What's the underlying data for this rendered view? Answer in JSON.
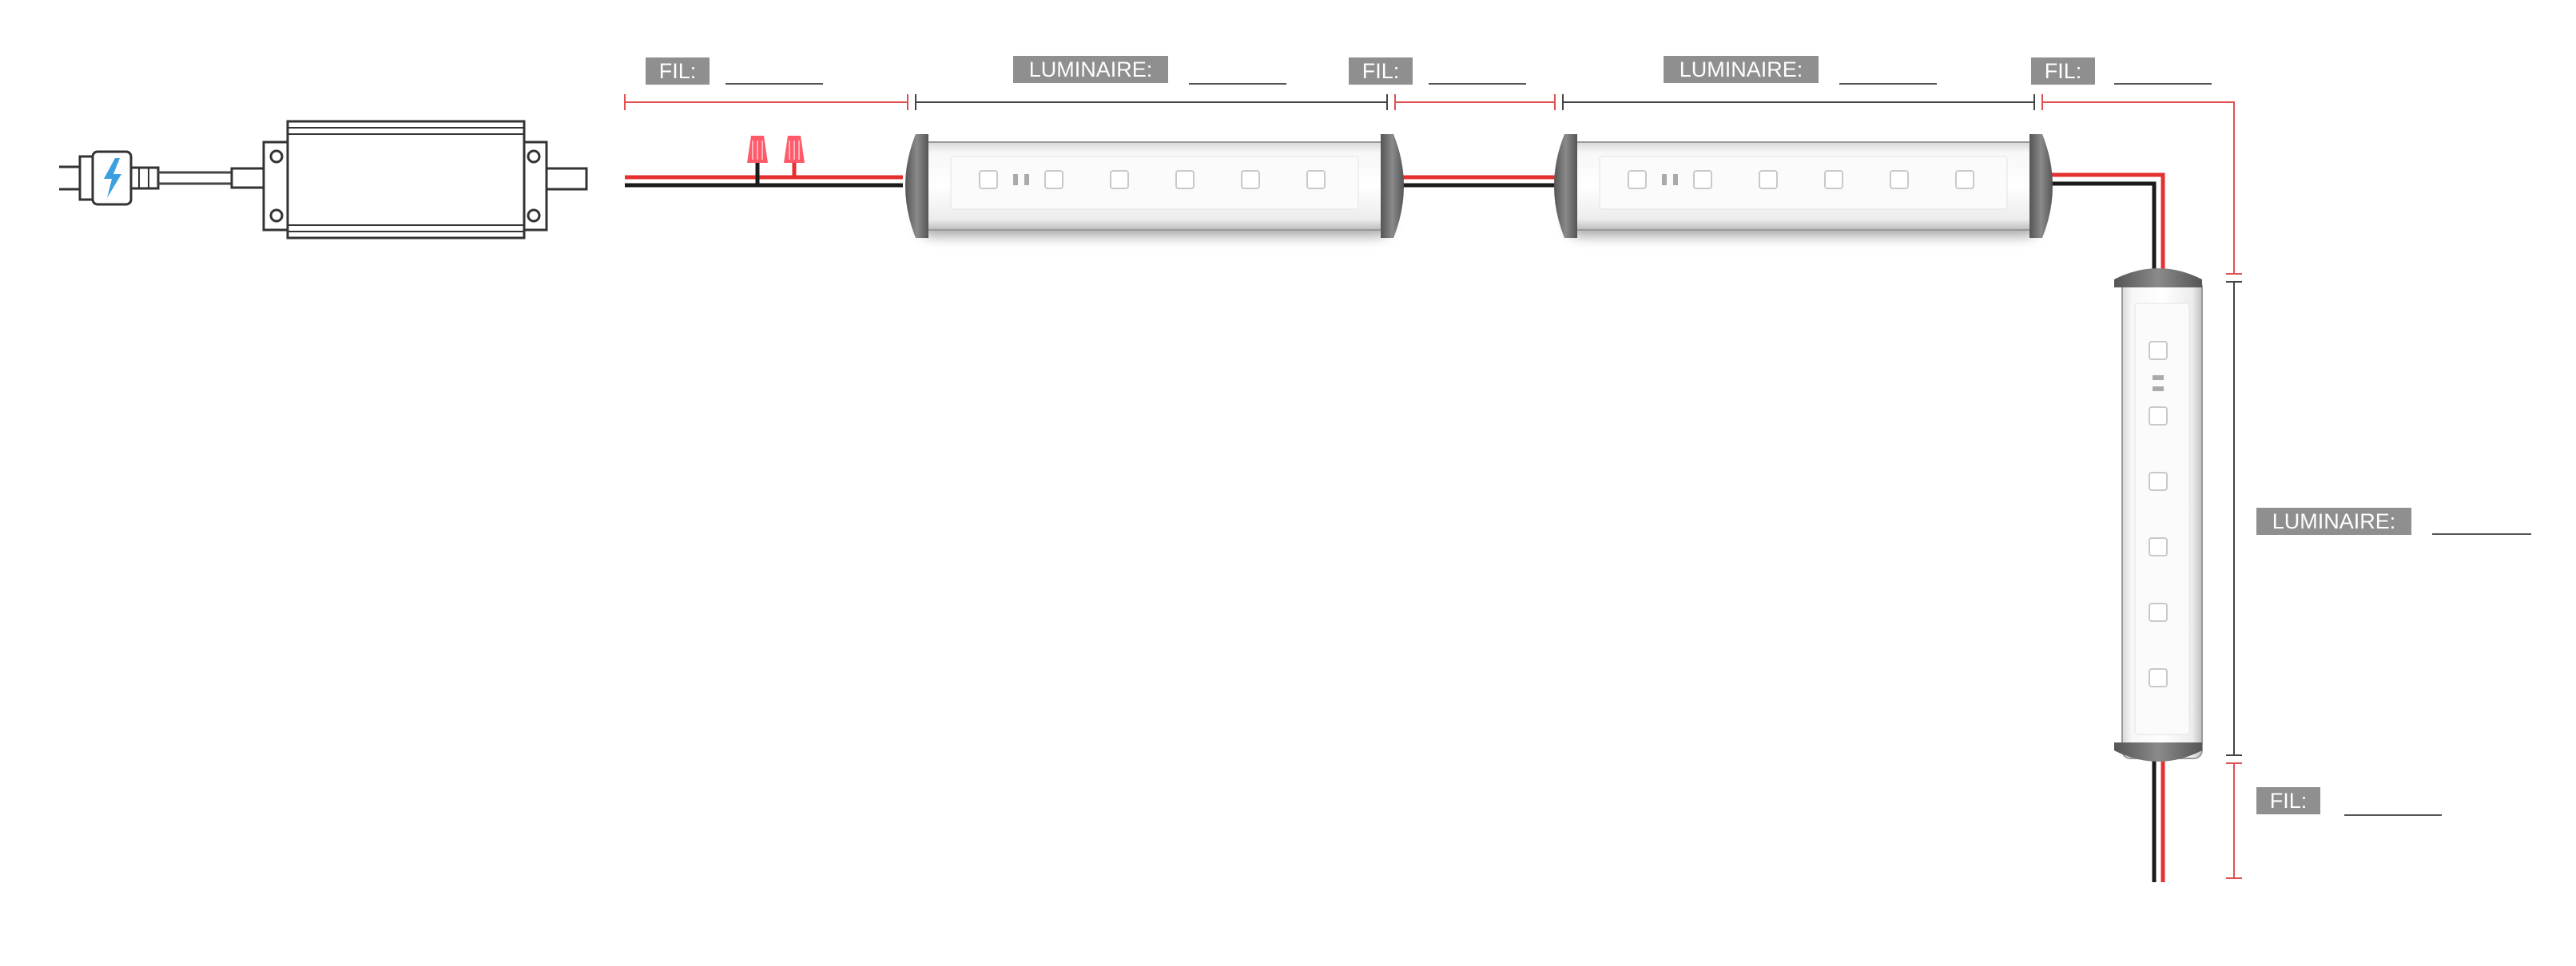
{
  "labels": {
    "wire": "FIL:",
    "luminaire": "LUMINAIRE:"
  },
  "colors": {
    "wire_positive": "#e53030",
    "wire_negative": "#1a1a1a",
    "connector": "#ff5a6a",
    "plug_bolt": "#3aa0e0",
    "label_bg": "#8f8f8f",
    "dimension_wire": "#e05050",
    "dimension_luminaire": "#444444"
  },
  "icons": {
    "plug": "power-plug-icon",
    "driver": "led-driver-box",
    "connector": "wire-nut-connector-icon",
    "led": "led-chip-icon"
  }
}
